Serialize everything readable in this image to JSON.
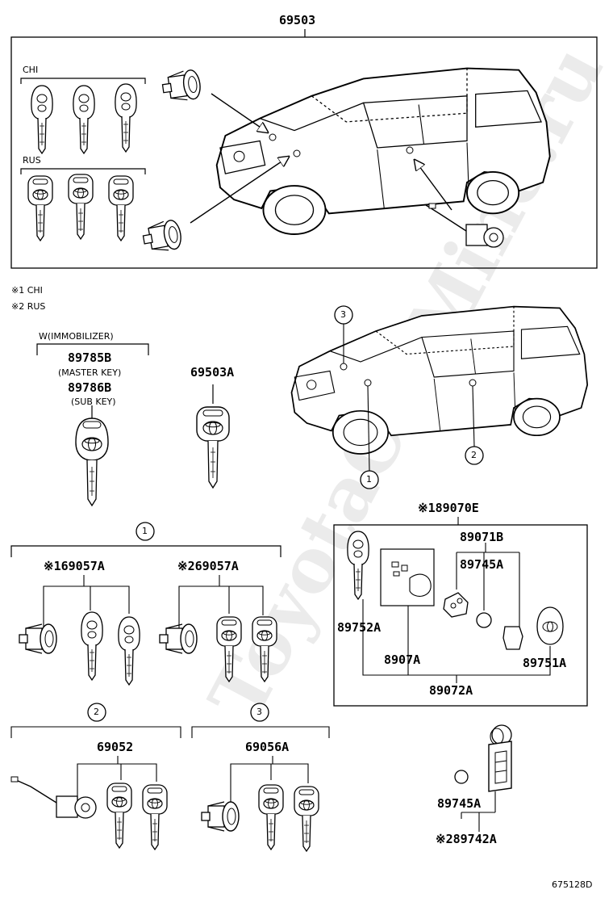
{
  "watermark": "ToyotaCarMine.ru",
  "top_group": {
    "part_no": "69503",
    "chi_label": "CHI",
    "rus_label": "RUS"
  },
  "notes": [
    {
      "mark": "※1",
      "text": "CHI"
    },
    {
      "mark": "※2",
      "text": "RUS"
    }
  ],
  "immobilizer": {
    "title": "W(IMMOBILIZER)",
    "master_part": "89785B",
    "master_desc": "(MASTER KEY)",
    "sub_part": "89786B",
    "sub_desc": "(SUB KEY)"
  },
  "key_69503A": "69503A",
  "callouts": {
    "c1": "1",
    "c2": "2",
    "c3": "3"
  },
  "group1": {
    "num": "1",
    "part_chi": "※169057A",
    "part_rus": "※269057A"
  },
  "group2": {
    "num": "2",
    "part": "69052"
  },
  "group3": {
    "num": "3",
    "part": "69056A"
  },
  "transmitter_chi": {
    "header": "※189070E",
    "p89071B": "89071B",
    "p89745A": "89745A",
    "p89752A": "89752A",
    "p8907A": "8907A",
    "p89751A": "89751A",
    "p89072A": "89072A"
  },
  "transmitter_rus": {
    "p89745A": "89745A",
    "p89742A": "※289742A"
  },
  "figure_code": "675128D"
}
